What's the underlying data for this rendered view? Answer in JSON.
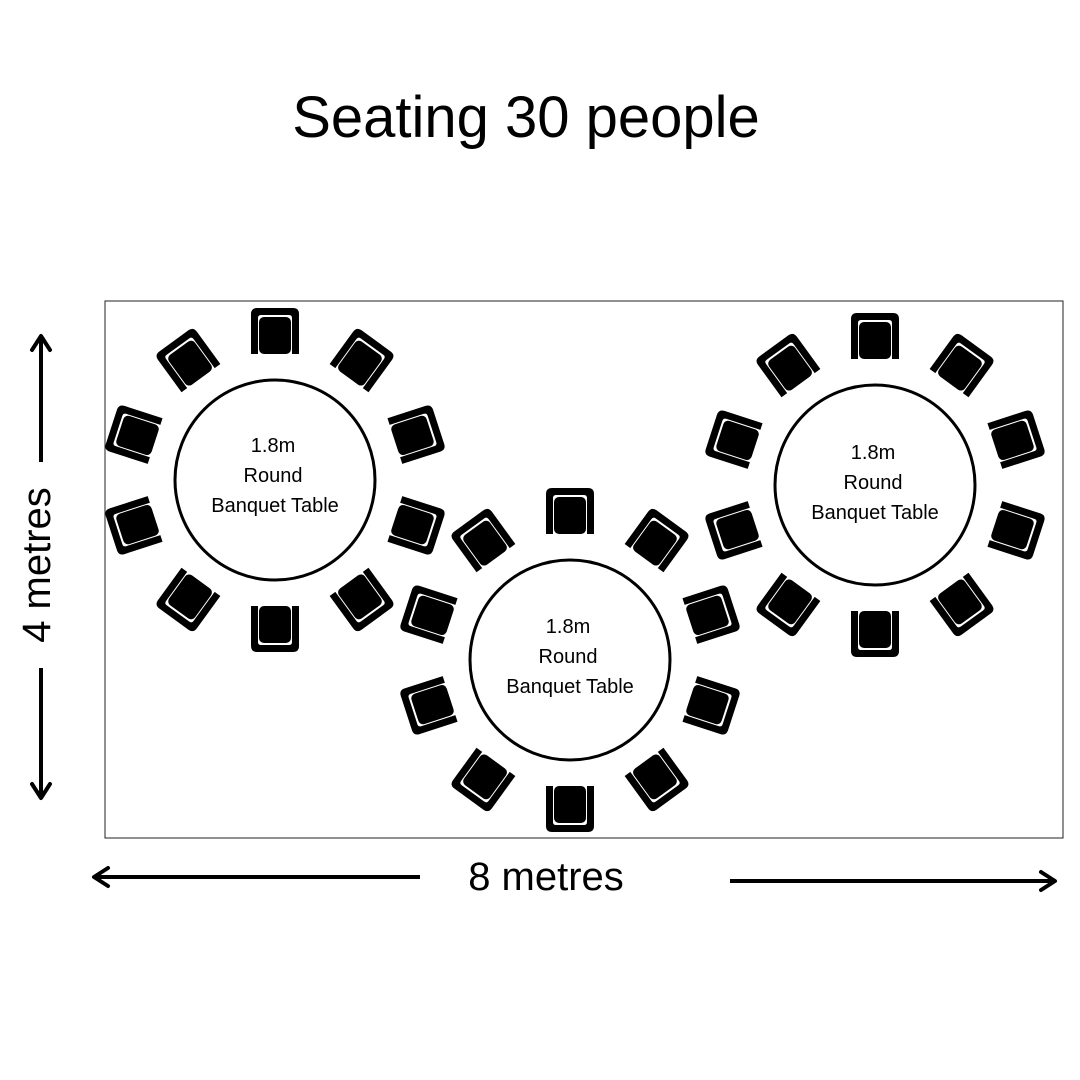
{
  "title": "Seating 30 people",
  "dimensions": {
    "width_label": "8 metres",
    "height_label": "4 metres"
  },
  "tables": [
    {
      "size_label": "1.8m",
      "shape_label": "Round",
      "type_label": "Banquet Table",
      "chairs": 10
    },
    {
      "size_label": "1.8m",
      "shape_label": "Round",
      "type_label": "Banquet Table",
      "chairs": 10
    },
    {
      "size_label": "1.8m",
      "shape_label": "Round",
      "type_label": "Banquet Table",
      "chairs": 10
    }
  ]
}
